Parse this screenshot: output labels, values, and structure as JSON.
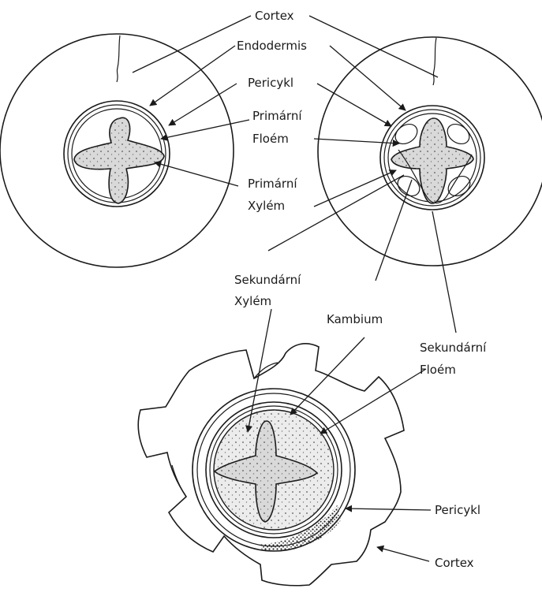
{
  "labels": {
    "cortex_top": "Cortex",
    "endodermis": "Endodermis",
    "pericykl_top": "Pericykl",
    "primarni_floem_1": "Primární",
    "primarni_floem_2": "Floém",
    "primarni_xylem_1": "Primární",
    "primarni_xylem_2": "Xylém",
    "sekundarni_xylem_1": "Sekundární",
    "sekundarni_xylem_2": "Xylém",
    "kambium": "Kambium",
    "sekundarni_floem_1": "Sekundární",
    "sekundarni_floem_2": "Floém",
    "pericykl_bottom": "Pericykl",
    "cortex_bottom": "Cortex"
  }
}
